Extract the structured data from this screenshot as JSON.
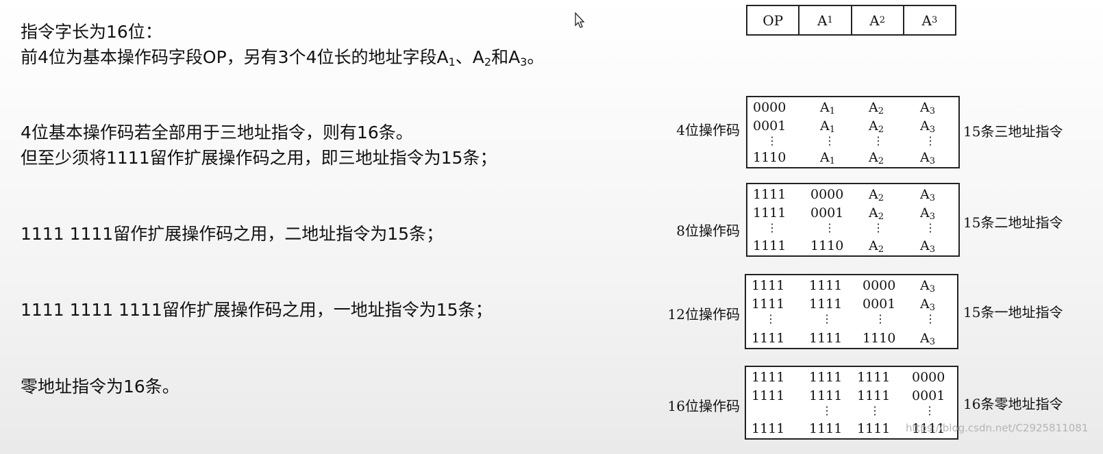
{
  "left": {
    "line1": "指令字长为16位：",
    "line2_a": "前4位为基本操作码字段OP，另有3个4位长的地址字段A",
    "line2_s1": "1",
    "line2_b": "、A",
    "line2_s2": "2",
    "line2_c": "和A",
    "line2_s3": "3",
    "line2_d": "。",
    "line3": "4位基本操作码若全部用于三地址指令，则有16条。",
    "line4": "但至少须将1111留作扩展操作码之用，即三地址指令为15条；",
    "line5": "1111 1111留作扩展操作码之用，二地址指令为15条；",
    "line6": "1111 1111 1111留作扩展操作码之用，一地址指令为15条；",
    "line7": "零地址指令为16条。"
  },
  "format": {
    "op": "OP",
    "a": "A",
    "s1": "1",
    "s2": "2",
    "s3": "3"
  },
  "groups": {
    "g1": {
      "left_label": "4位操作码",
      "right_label": "15条三地址指令",
      "r1": [
        "0000"
      ],
      "r2": [
        "0001"
      ],
      "r4": [
        "1110"
      ]
    },
    "g2": {
      "left_label": "8位操作码",
      "right_label": "15条二地址指令",
      "r1": [
        "1111",
        "0000"
      ],
      "r2": [
        "1111",
        "0001"
      ],
      "r4": [
        "1111",
        "1110"
      ]
    },
    "g3": {
      "left_label": "12位操作码",
      "right_label": "15条一地址指令",
      "r1": [
        "1111",
        "1111",
        "0000"
      ],
      "r2": [
        "1111",
        "1111",
        "0001"
      ],
      "r4": [
        "1111",
        "1111",
        "1110"
      ]
    },
    "g4": {
      "left_label": "16位操作码",
      "right_label": "16条零地址指令",
      "r1": [
        "1111",
        "1111",
        "1111",
        "0000"
      ],
      "r2": [
        "1111",
        "1111",
        "1111",
        "0001"
      ],
      "r4": [
        "1111",
        "1111",
        "1111",
        "1111"
      ]
    }
  },
  "dots": "⋮",
  "watermark": "https://blog.csdn.net/C2925811081"
}
